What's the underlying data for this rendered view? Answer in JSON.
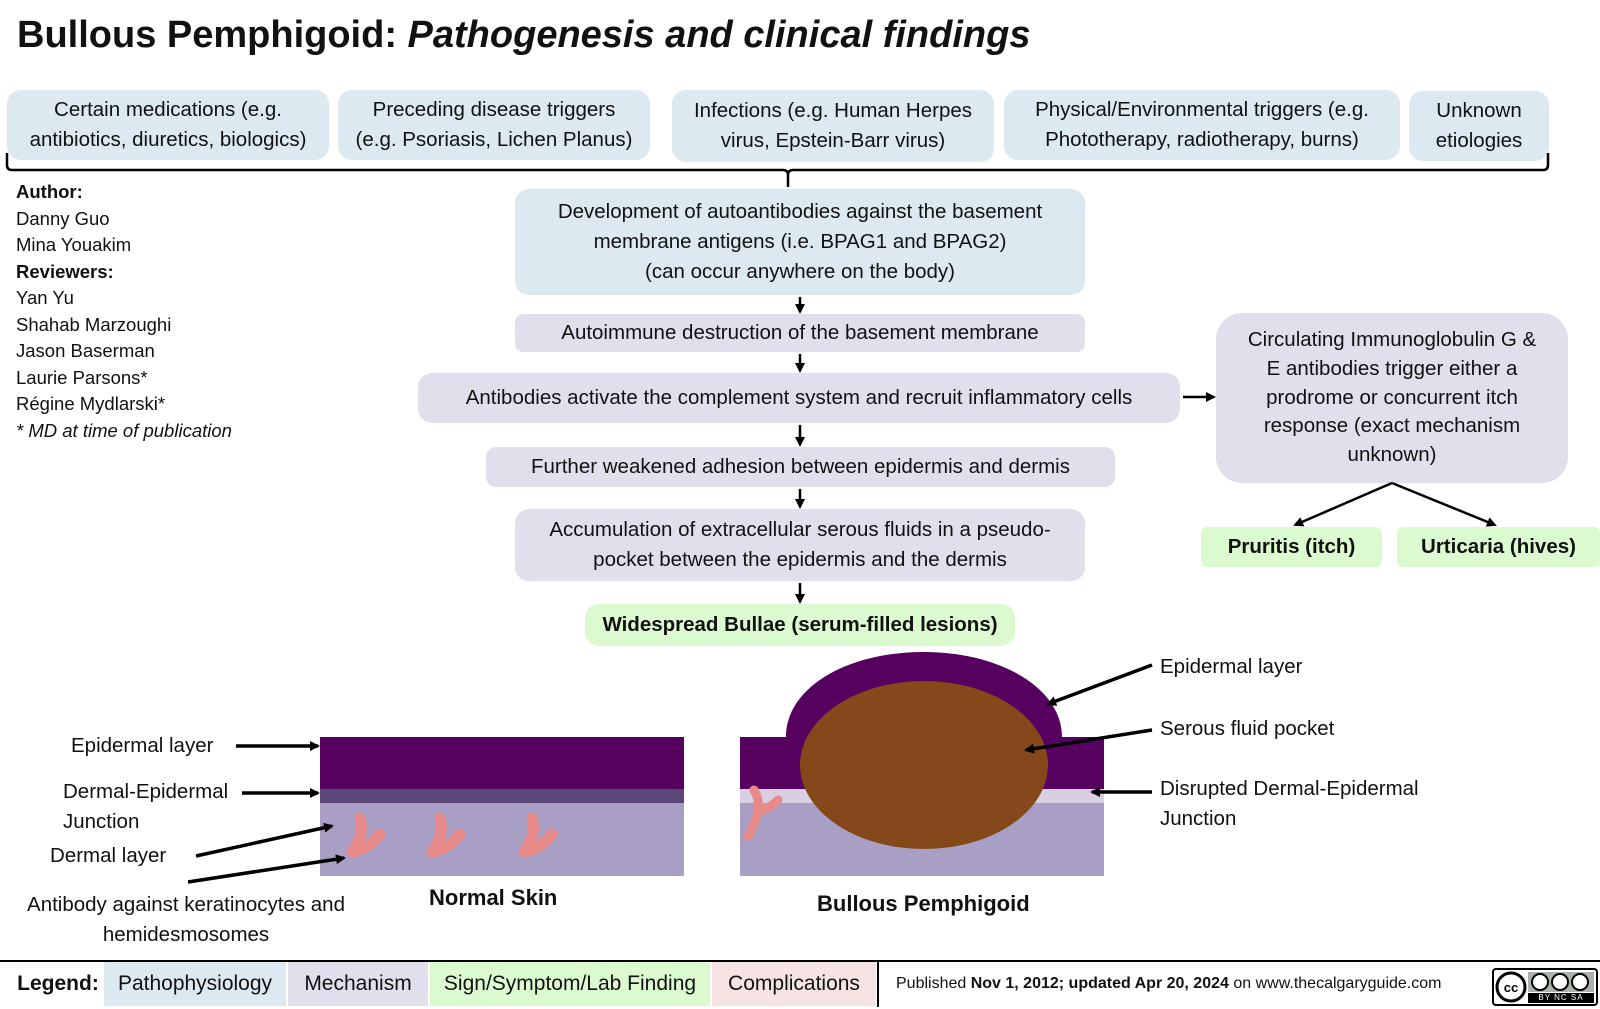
{
  "title": {
    "main": "Bullous Pemphigoid: ",
    "italic": "Pathogenesis and clinical findings"
  },
  "triggers": [
    {
      "line1": "Certain medications (e.g.",
      "line2": "antibiotics, diuretics, biologics)"
    },
    {
      "line1": "Preceding disease triggers",
      "line2": "(e.g. Psoriasis, Lichen Planus)"
    },
    {
      "line1": "Infections (e.g. Human Herpes",
      "line2": "virus, Epstein-Barr virus)"
    },
    {
      "line1": "Physical/Environmental triggers (e.g.",
      "line2": "Phototherapy, radiotherapy, burns)"
    },
    {
      "line1": "Unknown",
      "line2": "etiologies"
    }
  ],
  "credits": {
    "author_heading": "Author:",
    "authors": [
      "Danny Guo",
      "Mina Youakim"
    ],
    "reviewers_heading": "Reviewers:",
    "reviewers": [
      "Yan Yu",
      "Shahab Marzoughi",
      "Jason Baserman",
      "Laurie Parsons*",
      "Régine Mydlarski*"
    ],
    "note": "* MD at time of publication"
  },
  "flow": {
    "autoantibodies": {
      "line1": "Development of autoantibodies against the basement",
      "line2": "membrane antigens (i.e. BPAG1 and BPAG2)",
      "line3": "(can occur anywhere on the body)"
    },
    "destruction": "Autoimmune destruction of the basement membrane",
    "complement": "Antibodies activate the complement system and recruit inflammatory cells",
    "adhesion": "Further weakened adhesion between epidermis and dermis",
    "accumulation": {
      "line1": "Accumulation of extracellular serous fluids in a pseudo-",
      "line2": "pocket between the epidermis and the dermis"
    },
    "bullae": "Widespread Bullae (serum-filled lesions)"
  },
  "itch_branch": {
    "mechanism": {
      "line1": "Circulating Immunoglobulin G &",
      "line2": "E antibodies trigger either a",
      "line3": "prodrome or concurrent itch",
      "line4": "response (exact mechanism",
      "line5": "unknown)"
    },
    "pruritis": "Pruritis (itch)",
    "urticaria": "Urticaria (hives)"
  },
  "normal_labels": {
    "epidermal": "Epidermal layer",
    "junction_1": "Dermal-Epidermal",
    "junction_2": "Junction",
    "dermal": "Dermal layer",
    "antibody_1": "Antibody against keratinocytes and",
    "antibody_2": "hemidesmosomes",
    "caption": "Normal Skin"
  },
  "bp_labels": {
    "epidermal": "Epidermal layer",
    "serous": "Serous fluid pocket",
    "disrupted_1": "Disrupted Dermal-Epidermal",
    "disrupted_2": "Junction",
    "caption": "Bullous Pemphigoid"
  },
  "legend": {
    "heading": "Legend:",
    "items": [
      "Pathophysiology",
      "Mechanism",
      "Sign/Symptom/Lab Finding",
      "Complications"
    ],
    "published_prefix": "Published ",
    "published_dates": "Nov 1, 2012; updated Apr 20, 2024",
    "published_suffix": " on www.thecalgaryguide.com",
    "license_text": "BY NC SA"
  },
  "colors": {
    "pathophysiology": "#dce9f0",
    "mechanism": "#e2dfec",
    "sign": "#dcfad0",
    "complications": "#f6e4e4",
    "epidermis": "#560060",
    "junction": "#5a4677",
    "dermis": "#a99fc4",
    "serous_fluid": "#84481a",
    "antibody": "#e88a8a"
  }
}
